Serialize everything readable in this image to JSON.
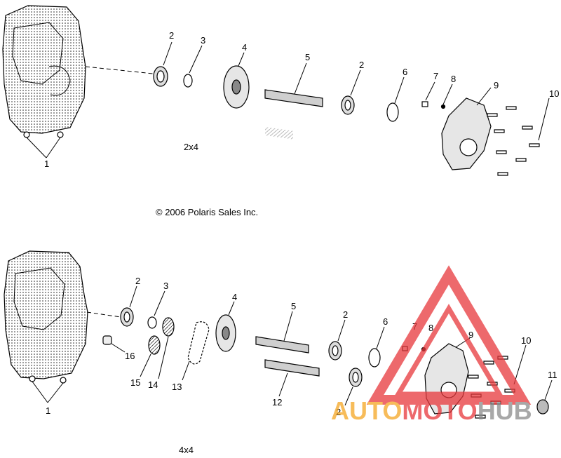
{
  "diagram": {
    "copyright": "© 2006 Polaris Sales Inc.",
    "sections": [
      {
        "caption": "2x4",
        "callouts": [
          "2",
          "3",
          "4",
          "5",
          "2",
          "6",
          "7",
          "8",
          "9",
          "10",
          "1"
        ]
      },
      {
        "caption": "4x4",
        "callouts": [
          "2",
          "3",
          "4",
          "5",
          "2",
          "6",
          "7",
          "8",
          "9",
          "10",
          "11",
          "16",
          "15",
          "14",
          "13",
          "12",
          "2",
          "1"
        ]
      }
    ],
    "watermark": {
      "brand_auto": "AUTO",
      "brand_moto": "MOTO",
      "brand_hub": "HUB",
      "color_red": "#e8383c",
      "color_orange": "#f5a623",
      "color_gray": "#8c8c8c"
    }
  }
}
